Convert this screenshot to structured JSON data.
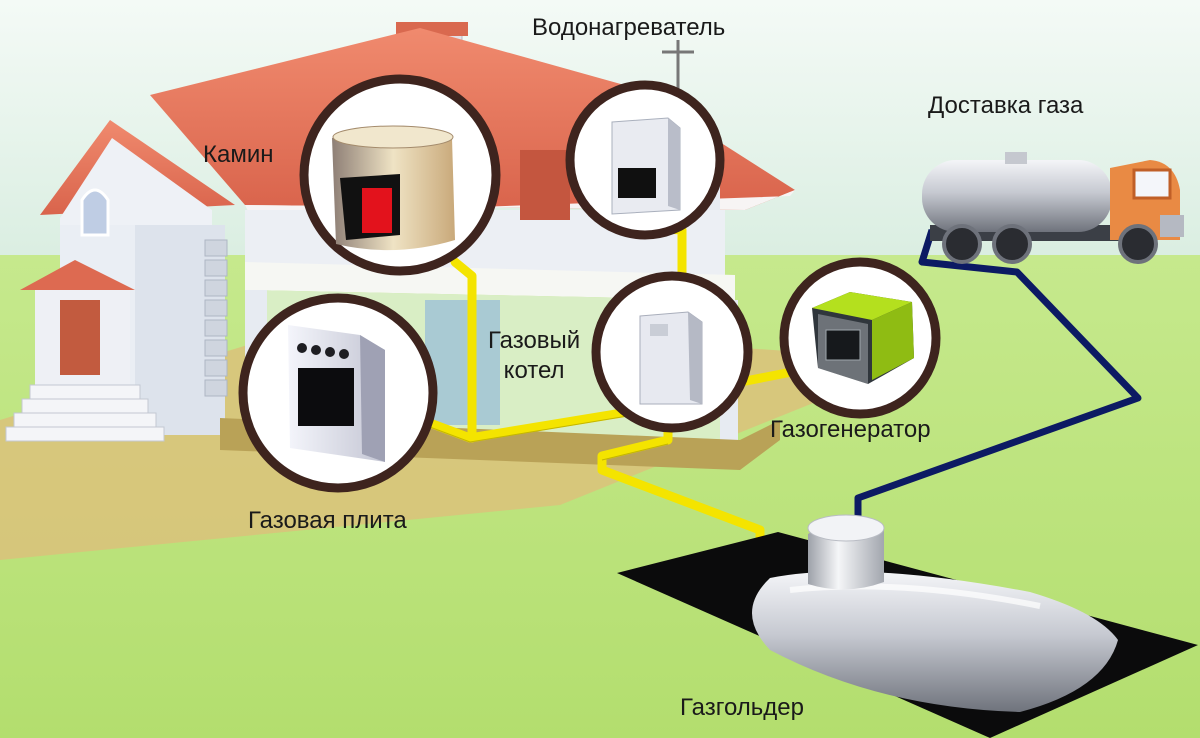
{
  "labels": {
    "fireplace": "Камин",
    "water_heater": "Водонагреватель",
    "gas_delivery": "Доставка газа",
    "gas_boiler": "Газовый\nкотел",
    "gas_generator": "Газогенератор",
    "gas_stove": "Газовая плита",
    "gas_holder": "Газгольдер"
  },
  "colors": {
    "sky": "#dcefe4",
    "lawn": "#b8e07a",
    "roof": "#e8735a",
    "wall": "#e9eef4",
    "gas_pipe": "#f4e400",
    "delivery_pipe": "#0c1a63",
    "truck_cab": "#e98a44",
    "tank_silver": "#c9ccd3"
  }
}
